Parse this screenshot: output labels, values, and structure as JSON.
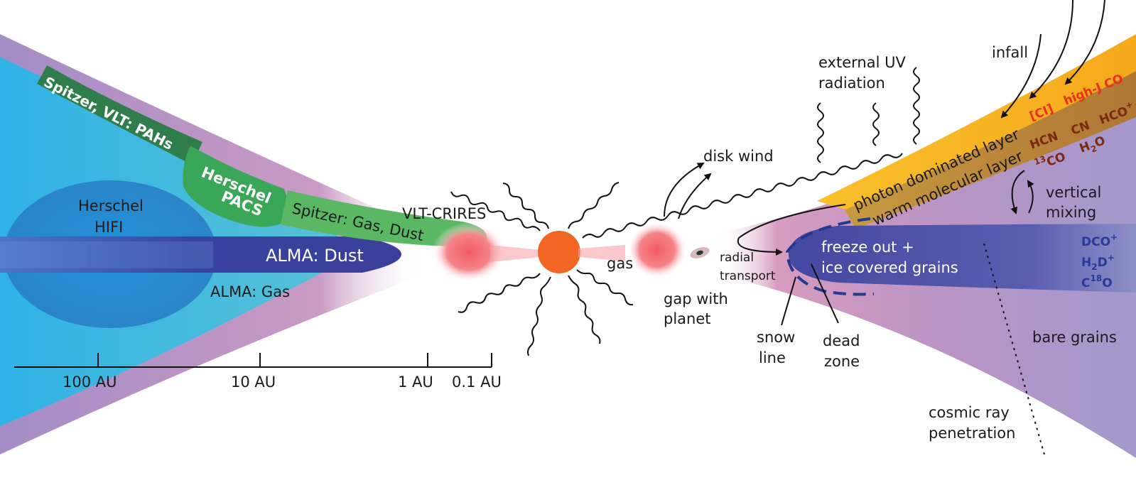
{
  "colors": {
    "star": "#f26522",
    "outer_disk_cyan": "#3fb8d8",
    "purple_disk": "#9b82c0",
    "pink_disk": "#cf8fb5",
    "dark_green": "#2e7d4a",
    "mid_green": "#3fa35a",
    "light_green": "#58b864",
    "alma_dust": "#3b3f9a",
    "herschel_hifi": "#2a80c8",
    "photon_layer": "#f8b320",
    "warm_layer": "#b97a2a",
    "freeze_out": "#4a4fa6",
    "mol_red": "#e8301a",
    "mol_brown": "#7a2a10",
    "mol_blue": "#2b3a9a",
    "snow_line": "#233a8f"
  },
  "left_panel": {
    "spitzer_vlt_pahs": "Spitzer, VLT: PAHs",
    "herschel_pacs_1": "Herschel",
    "herschel_pacs_2": "PACS",
    "spitzer_gas_dust": "Spitzer: Gas, Dust",
    "vlt_crires": "VLT-CRIRES",
    "herschel_hifi_1": "Herschel",
    "herschel_hifi_2": "HIFI",
    "alma_dust": "ALMA: Dust",
    "alma_gas": "ALMA: Gas"
  },
  "axis": {
    "ticks": [
      "100 AU",
      "10 AU",
      "1 AU",
      "0.1 AU"
    ]
  },
  "center": {
    "gas": "gas",
    "gap_1": "gap with",
    "gap_2": "planet",
    "disk_wind": "disk wind",
    "external_uv_1": "external UV",
    "external_uv_2": "radiation",
    "infall": "infall"
  },
  "right_panel": {
    "photon_layer": "photon dominated layer",
    "warm_layer": "warm molecular layer",
    "vertical_1": "vertical",
    "vertical_2": "mixing",
    "radial_1": "radial",
    "radial_2": "transport",
    "freeze_1": "freeze out +",
    "freeze_2": "ice covered grains",
    "snow_1": "snow",
    "snow_2": "line",
    "dead_1": "dead",
    "dead_2": "zone",
    "bare_grains": "bare grains",
    "cosmic_1": "cosmic ray",
    "cosmic_2": "penetration"
  },
  "molecules": {
    "ci": "[CI]",
    "high_j_co": "high-J CO",
    "hcn": "HCN",
    "cn": "CN",
    "hco_base": "HCO",
    "hco_sup": "+",
    "co13_sup": "13",
    "co13_base": "CO",
    "h2o_h": "H",
    "h2o_sub": "2",
    "h2o_o": "O",
    "dco_base": "DCO",
    "dco_sup": "+",
    "h2d_h": "H",
    "h2d_sub": "2",
    "h2d_d": "D",
    "h2d_sup": "+",
    "c18o_c": "C",
    "c18o_sup": "18",
    "c18o_o": "O"
  }
}
